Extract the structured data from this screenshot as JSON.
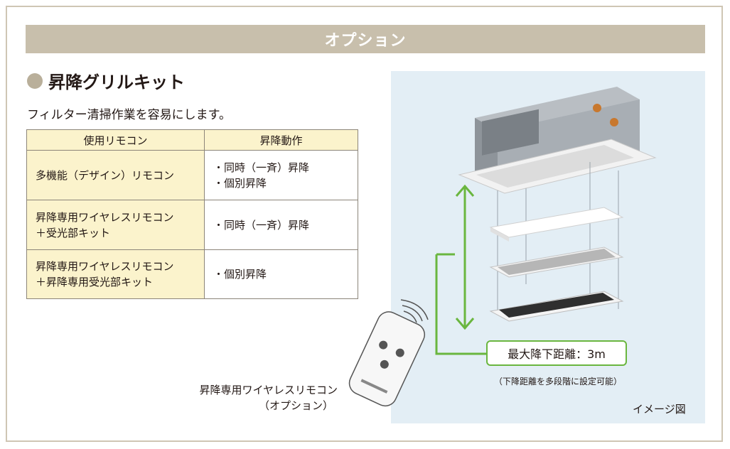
{
  "banner": {
    "title": "オプション"
  },
  "section": {
    "heading": "昇降グリルキット",
    "subtitle": "フィルター清掃作業を容易にします。"
  },
  "table": {
    "headers": [
      "使用リモコン",
      "昇降動作"
    ],
    "rows": [
      {
        "remote": [
          "多機能（デザイン）リモコン"
        ],
        "operation": [
          "・同時（一斉）昇降",
          "・個別昇降"
        ]
      },
      {
        "remote": [
          "昇降専用ワイヤレスリモコン",
          "＋受光部キット"
        ],
        "operation": [
          "・同時（一斉）昇降"
        ]
      },
      {
        "remote": [
          "昇降専用ワイヤレスリモコン",
          "＋昇降専用受光部キット"
        ],
        "operation": [
          "・個別昇降"
        ]
      }
    ]
  },
  "illustration": {
    "remote_caption_line1": "昇降専用ワイヤレスリモコン",
    "remote_caption_line2": "（オプション）",
    "max_distance_label": "最大降下距離：3m",
    "distance_note": "（下降距離を多段階に設定可能）",
    "image_note": "イメージ図"
  },
  "colors": {
    "banner": "#c8bfac",
    "table_fill": "#fbf3cc",
    "illustration_bg": "#e3eef5",
    "arrow_green": "#6ab63f"
  }
}
